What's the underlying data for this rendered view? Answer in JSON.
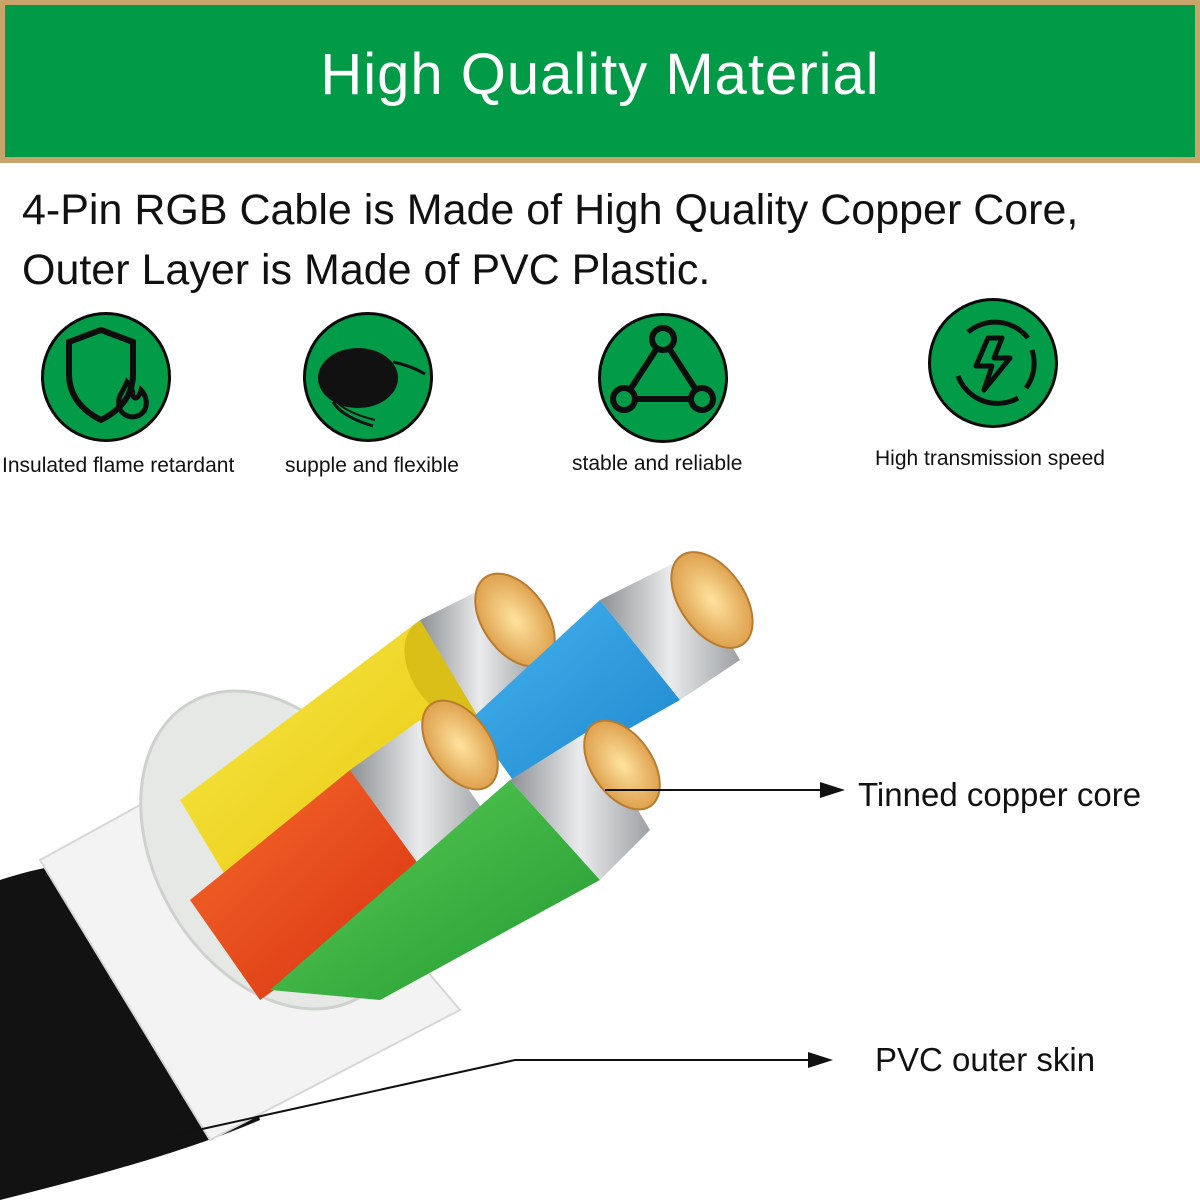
{
  "banner": {
    "title": "High Quality Material"
  },
  "description": {
    "line1": "4-Pin RGB Cable is Made of High Quality Copper Core,",
    "line2": "Outer Layer is Made of PVC Plastic."
  },
  "features": [
    {
      "label": "Insulated flame retardant",
      "icon": "shield-flame-icon"
    },
    {
      "label": "supple and flexible",
      "icon": "cable-coil-icon"
    },
    {
      "label": "stable and reliable",
      "icon": "triangle-nodes-icon"
    },
    {
      "label": "High transmission speed",
      "icon": "lightning-icon"
    }
  ],
  "callouts": {
    "core": "Tinned copper core",
    "skin": "PVC outer skin"
  },
  "colors": {
    "brand_green": "#019a47",
    "banner_border": "#c8a36a",
    "wire_yellow": "#f1dc2b",
    "wire_blue": "#2e9ee0",
    "wire_red": "#f04a1e",
    "wire_green": "#33b34a"
  }
}
